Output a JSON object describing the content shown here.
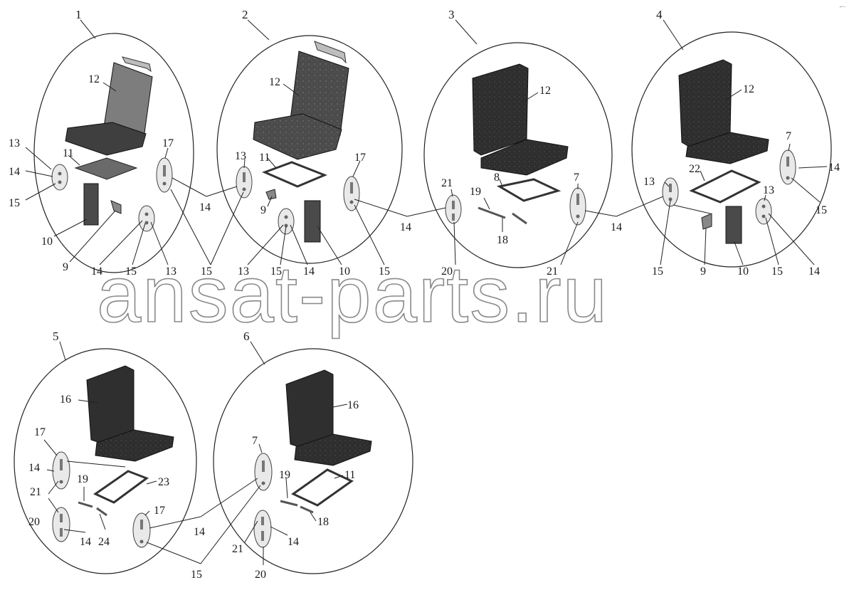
{
  "watermark": "ansat-parts.ru",
  "corner_mark": "⌐-",
  "assemblies": [
    {
      "label": "1"
    },
    {
      "label": "2"
    },
    {
      "label": "3"
    },
    {
      "label": "4"
    },
    {
      "label": "5"
    },
    {
      "label": "6"
    }
  ],
  "callouts": {
    "c_12": "12",
    "c_11": "11",
    "c_13": "13",
    "c_14": "14",
    "c_15": "15",
    "c_17": "17",
    "c_10": "10",
    "c_9": "9",
    "c_8": "8",
    "c_7": "7",
    "c_21": "21",
    "c_19": "19",
    "c_20": "20",
    "c_18": "18",
    "c_22": "22",
    "c_16": "16",
    "c_23": "23",
    "c_24": "24"
  },
  "colors": {
    "seat_plain_back": "#7d7d7d",
    "seat_plain_base": "#3f3f3f",
    "seat_fabric_back": "#555555",
    "seat_fabric_base": "#3a3a3a",
    "seat_dark_back": "#2f2f2f",
    "seat_dark_base": "#3c3c3c"
  }
}
